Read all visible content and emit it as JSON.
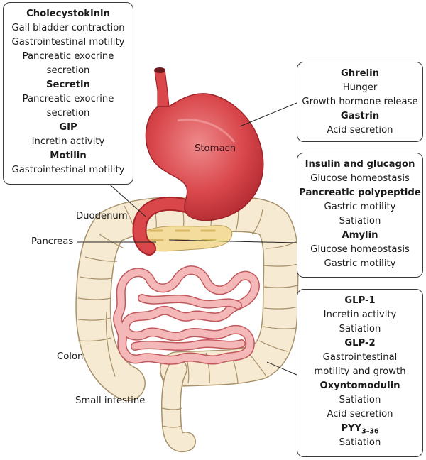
{
  "boxes": {
    "duodenum": [
      {
        "t": "Cholecystokinin",
        "b": true
      },
      {
        "t": "Gall bladder contraction",
        "b": false
      },
      {
        "t": "Gastrointestinal motility",
        "b": false
      },
      {
        "t": "Pancreatic exocrine",
        "b": false
      },
      {
        "t": "secretion",
        "b": false
      },
      {
        "t": "Secretin",
        "b": true
      },
      {
        "t": "Pancreatic exocrine",
        "b": false
      },
      {
        "t": "secretion",
        "b": false
      },
      {
        "t": "GIP",
        "b": true
      },
      {
        "t": "Incretin activity",
        "b": false
      },
      {
        "t": "Motilin",
        "b": true
      },
      {
        "t": "Gastrointestinal motility",
        "b": false
      }
    ],
    "stomach": [
      {
        "t": "Ghrelin",
        "b": true
      },
      {
        "t": "Hunger",
        "b": false
      },
      {
        "t": "Growth hormone release",
        "b": false
      },
      {
        "t": "Gastrin",
        "b": true
      },
      {
        "t": "Acid secretion",
        "b": false
      }
    ],
    "pancreas": [
      {
        "t": "Insulin and glucagon",
        "b": true
      },
      {
        "t": "Glucose homeostasis",
        "b": false
      },
      {
        "t": "Pancreatic polypeptide",
        "b": true
      },
      {
        "t": "Gastric motility",
        "b": false
      },
      {
        "t": "Satiation",
        "b": false
      },
      {
        "t": "Amylin",
        "b": true
      },
      {
        "t": "Glucose homeostasis",
        "b": false
      },
      {
        "t": "Gastric motility",
        "b": false
      }
    ],
    "intestine": [
      {
        "t": "GLP-1",
        "b": true
      },
      {
        "t": "Incretin activity",
        "b": false
      },
      {
        "t": "Satiation",
        "b": false
      },
      {
        "t": "GLP-2",
        "b": true
      },
      {
        "t": "Gastrointestinal",
        "b": false
      },
      {
        "t": "motility and growth",
        "b": false
      },
      {
        "t": "Oxyntomodulin",
        "b": true
      },
      {
        "t": "Satiation",
        "b": false
      },
      {
        "t": "Acid secretion",
        "b": false
      },
      {
        "t": "PYY",
        "b": true,
        "sub": "3–36"
      },
      {
        "t": "Satiation",
        "b": false
      }
    ]
  },
  "labels": {
    "stomach": "Stomach",
    "duodenum": "Duodenum",
    "pancreas": "Pancreas",
    "colon": "Colon",
    "small_intestine": "Small intestine"
  },
  "colors": {
    "stomach": "#d9474b",
    "stomach_dark": "#b3282f",
    "colon": "#f6ead2",
    "colon_line": "#a8926c",
    "small_intestine": "#f4b8b8",
    "small_intestine_line": "#c0585c",
    "pancreas": "#f3dc9c"
  }
}
